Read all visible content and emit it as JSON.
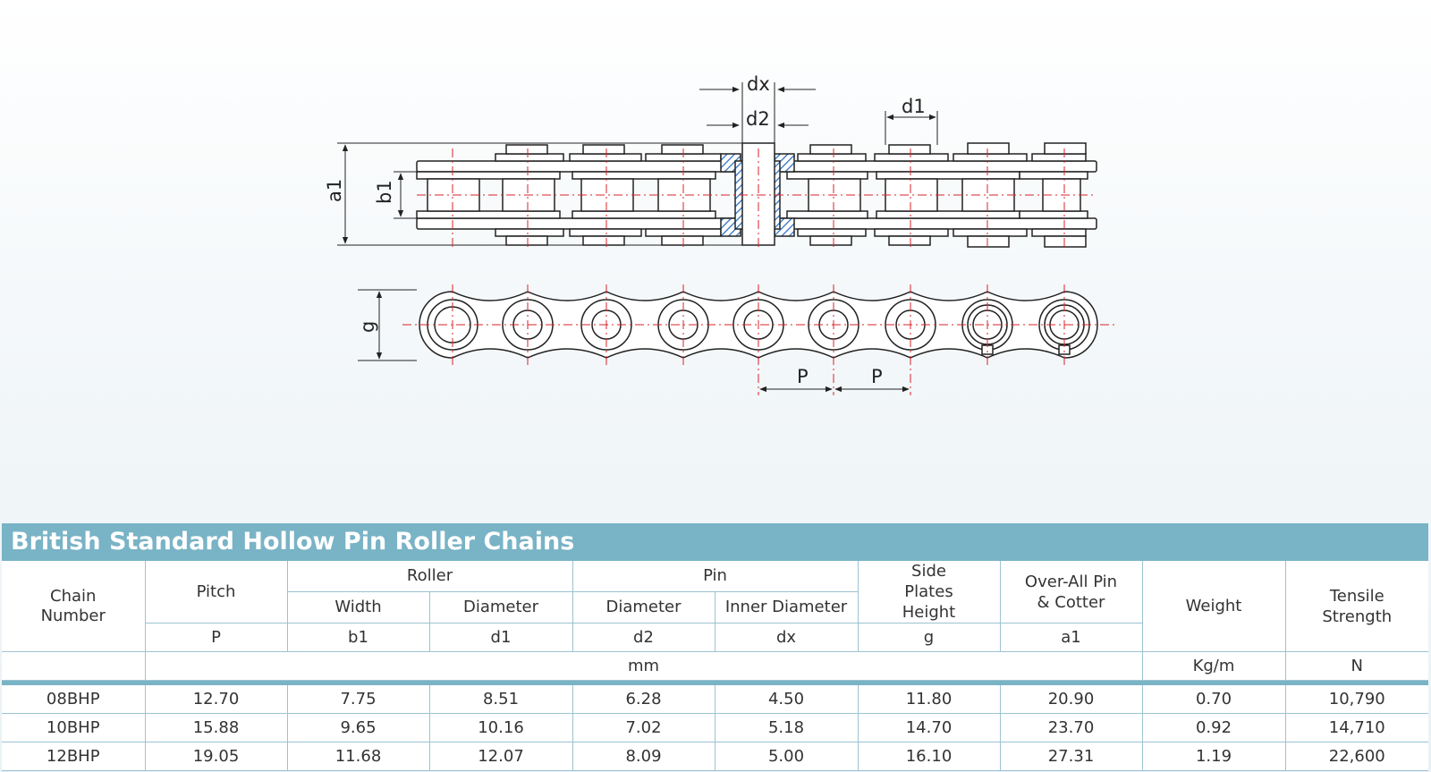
{
  "diagram": {
    "labels": {
      "dx": "dx",
      "d2": "d2",
      "d1": "d1",
      "a1": "a1",
      "b1": "b1",
      "g": "g",
      "p1": "P",
      "p2": "P"
    },
    "colors": {
      "line": "#222222",
      "centerline": "#d8232a",
      "hatch": "#2a6fc0"
    }
  },
  "table": {
    "title": "British Standard Hollow Pin Roller Chains",
    "headers": {
      "chain_number": "Chain Number",
      "pitch": "Pitch",
      "roller": "Roller",
      "roller_width": "Width",
      "roller_diameter": "Diameter",
      "pin": "Pin",
      "pin_diameter": "Diameter",
      "pin_inner_diameter": "Inner Diameter",
      "side_plates_height": "Side Plates Height",
      "overall": "Over-All Pin & Cotter",
      "weight": "Weight",
      "tensile": "Tensile Strength"
    },
    "symbols": {
      "pitch": "P",
      "width": "b1",
      "roller_diameter": "d1",
      "pin_diameter": "d2",
      "pin_inner": "dx",
      "plate_height": "g",
      "overall": "a1"
    },
    "units": {
      "mm": "mm",
      "weight": "Kg/m",
      "tensile": "N"
    },
    "rows": [
      [
        "08BHP",
        "12.70",
        "7.75",
        "8.51",
        "6.28",
        "4.50",
        "11.80",
        "20.90",
        "0.70",
        "10,790"
      ],
      [
        "10BHP",
        "15.88",
        "9.65",
        "10.16",
        "7.02",
        "5.18",
        "14.70",
        "23.70",
        "0.92",
        "14,710"
      ],
      [
        "12BHP",
        "19.05",
        "11.68",
        "12.07",
        "8.09",
        "5.00",
        "16.10",
        "27.31",
        "1.19",
        "22,600"
      ]
    ],
    "colors": {
      "header_bar": "#79b3c6",
      "grid": "#9cc3d1"
    }
  }
}
